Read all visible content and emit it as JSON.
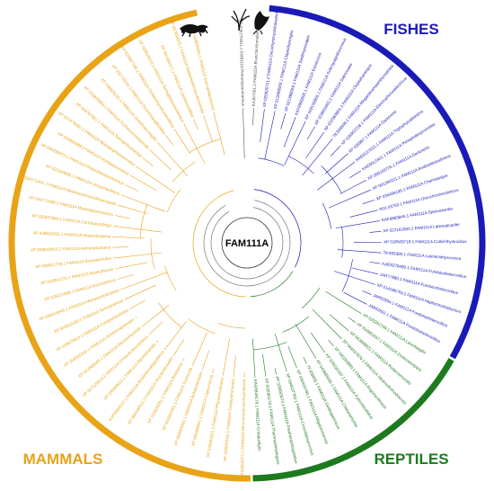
{
  "center_label": "FAM111A",
  "groups": {
    "fishes": {
      "label": "FISHES",
      "color": "#1a1ab8"
    },
    "reptiles": {
      "label": "REPTILES",
      "color": "#1e7a1e"
    },
    "mammals": {
      "label": "MAMMALS",
      "color": "#e8a317"
    },
    "other": {
      "color": "#555555"
    }
  },
  "icons": [
    "lancelet-icon",
    "amphibian-icon",
    "lizard-icon"
  ],
  "leaves": [
    {
      "group": "other",
      "text": "XP 035270301.1 FAM111A Petromyzonmarinus"
    },
    {
      "group": "other",
      "text": "KAJ67091.2 FAM111A Branchiostomalanceolatum"
    },
    {
      "group": "fishes",
      "text": "XP 020920721.2 FAM111A Oncorhynchustshawytscha"
    },
    {
      "group": "fishes",
      "text": "XP 012688569.1 FAM111A Clupeaharengus"
    },
    {
      "group": "fishes",
      "text": "XP 021398059.1 FAM111A Sardinopssagax"
    },
    {
      "group": "fishes",
      "text": "KAF9985800.1 FAM111A Esoxlucius"
    },
    {
      "group": "fishes",
      "text": "XP 029109905.1 FAM111A Scleropagesformosus"
    },
    {
      "group": "fishes",
      "text": "XP 029603002.2 FAM111A Salmosalar"
    },
    {
      "group": "fishes",
      "text": "XP 032369801.1 FAM111A Clupeaharengus"
    },
    {
      "group": "fishes",
      "text": "TKS88508.1 FAM111A Megalobramaamblycephala"
    },
    {
      "group": "fishes",
      "text": "XP 026903728.1 FAM111A Electrophoruselectricus"
    },
    {
      "group": "fishes",
      "text": "XP 028987.1 FAM111A Danioreno"
    },
    {
      "group": "fishes",
      "text": "KAE8137815.1 FAM111A Triplophysatibetana"
    },
    {
      "group": "fishes",
      "text": "KAE8012401.1 FAM111A Pimephalespromelas"
    },
    {
      "group": "fishes",
      "text": "XP 005160726.1 FAM111A Daniorerio"
    },
    {
      "group": "fishes",
      "text": "XP 001180221.1 FAM111A Anabastestudineus"
    },
    {
      "group": "fishes",
      "text": "XP 034406190.1 FAM111A Channaargus"
    },
    {
      "group": "fishes",
      "text": "ROL53753.1 FAM111A Oreochromisniloticus"
    },
    {
      "group": "fishes",
      "text": "KAF8883845.1 FAM111A Sparusaurata"
    },
    {
      "group": "fishes",
      "text": "XP 022161600.1 FAM111A Latescalcarifer"
    },
    {
      "group": "fishes",
      "text": "XP 018509718.1 FAM111A Collichthyslucidus"
    },
    {
      "group": "fishes",
      "text": "TKS93380.1 FAM111A Larimichthyscrocea"
    },
    {
      "group": "fishes",
      "text": "KAE8279480.1 FAM111A Fundulusheteroclitus"
    },
    {
      "group": "fishes",
      "text": "JAR77880.1 FAM111A Fundulusheteroclitus"
    },
    {
      "group": "fishes",
      "text": "XP 014186793.2 FAM111A Haplochromisburtoni"
    },
    {
      "group": "fishes",
      "text": "JAR52894.1 FAM111A Fundulusheteroclitus"
    },
    {
      "group": "fishes",
      "text": "JAR52891.1 FAM111A Fundulusheteroclitus"
    },
    {
      "group": "reptiles",
      "text": "XP 033251709.1 FAM111A Lacertaagilis"
    },
    {
      "group": "reptiles",
      "text": "XP 034981647.1 FAM111A Zootocavivipara"
    },
    {
      "group": "reptiles",
      "text": "XP 042806822.1 FAM111A Podarcismuralis"
    },
    {
      "group": "reptiles",
      "text": "XP 044247876.1 FAM111A Varanuskomodoensis"
    },
    {
      "group": "reptiles",
      "text": "XP 042293890.1 FAM111A Pogonavitticeps"
    },
    {
      "group": "reptiles",
      "text": "XP 025026187.1 FAM111A Pythonbivittatus"
    },
    {
      "group": "reptiles",
      "text": "XP 043685095.1 FAM111A Chelonamydas"
    },
    {
      "group": "reptiles",
      "text": "TFJ06606.1 FAM111A Gekkojaponicus"
    },
    {
      "group": "reptiles",
      "text": "XP 030425780.1 FAM111A Alligatorsinensis"
    },
    {
      "group": "reptiles",
      "text": "XP 034637760.1 FAM111A Crocodylusporosus"
    },
    {
      "group": "reptiles",
      "text": "XP 028583573.1 FAM111A Pantherophisguttatus"
    },
    {
      "group": "reptiles",
      "text": "XP 032081170.1 FAM111A Thamnophiselegans"
    },
    {
      "group": "reptiles",
      "text": "KAG5849178.1 FAM111A Crotalustigris"
    },
    {
      "group": "mammals",
      "text": "XP 021552577.1 FAM111A Neomonachusschauinslandi"
    },
    {
      "group": "mammals",
      "text": "XP 029920152.1 FAM111A Tursiopstruncatus"
    },
    {
      "group": "mammals",
      "text": "XP 028360521.1 FAM111A Physetercatodon"
    },
    {
      "group": "mammals",
      "text": "XP 005690391.1 FAM111A Capra hircus"
    },
    {
      "group": "mammals",
      "text": "XP 006059391.1 FAM111A Bubalusbubalis"
    },
    {
      "group": "mammals",
      "text": "XP 003362051.1 FAM111A Susscrofa"
    },
    {
      "group": "mammals",
      "text": "XP 010820281.1 FAM111A Bostaurus"
    },
    {
      "group": "mammals",
      "text": "XP 006160512.2 FAM111A Orycteropusafer"
    },
    {
      "group": "mammals",
      "text": "KAF6384137.1 FAM111A Rousettusaegyptiacus"
    },
    {
      "group": "mammals",
      "text": "XP 036899611.1 FAM111A Myotisbrandtii"
    },
    {
      "group": "mammals",
      "text": "XP 007525810.2 FAM111A Erinaceuseuropaeus"
    },
    {
      "group": "mammals",
      "text": "XP 012888540.1 FAM111A Dipodomysordii"
    },
    {
      "group": "mammals",
      "text": "XP 004595210.1 FAM111A Ochotonaprinceps"
    },
    {
      "group": "mammals",
      "text": "XP 004675614.1 FAM111A Condyluracristata"
    },
    {
      "group": "mammals",
      "text": "XP 004613180.1 FAM111A Sorexaraneus"
    },
    {
      "group": "mammals",
      "text": "XP 036414845.1 FAM111A Molossusmolossus"
    },
    {
      "group": "mammals",
      "text": "XP 039121908.1 FAM111A Equusasinus"
    },
    {
      "group": "mammals",
      "text": "XP 032801270.1 FAM111A Bunnuhicuvs"
    },
    {
      "group": "mammals",
      "text": "XP 039812738.1 FAM111A Buncatusrufus"
    },
    {
      "group": "mammals",
      "text": "XP 039810010.1 FAM111A Acinonyxjubatus"
    },
    {
      "group": "mammals",
      "text": "XP 039520952.1 FAM111A Hyaenahyaena"
    },
    {
      "group": "mammals",
      "text": "XP 035657880.1 FAM111A Canislupusdingo"
    },
    {
      "group": "mammals",
      "text": "XP 034777688.2 FAM111A Mustelaputoriusfuro"
    },
    {
      "group": "mammals",
      "text": "XP 034171441.1 FAM111A Neomonachusschauinslandi"
    },
    {
      "group": "mammals",
      "text": "XP 021594845.1 FAM111A Ursusmaritimus"
    },
    {
      "group": "mammals",
      "text": "XP 044438473.1 FAM111A Phascolarctoscinereus"
    },
    {
      "group": "mammals",
      "text": "XP 023850389.2 FAM111A Vombatusursinus"
    },
    {
      "group": "mammals",
      "text": "XP 007479080.1 FAM111A Monodelphisdomestica"
    },
    {
      "group": "mammals",
      "text": "XP 003767851.1 FAM111A Sarcophilusharrisii"
    },
    {
      "group": "mammals",
      "text": "XP 020835883.1 FAM111A Trichosurusvulpecula"
    },
    {
      "group": "mammals",
      "text": "XP 036625231.1 FAM111A Gracilinanusagilis"
    },
    {
      "group": "mammals",
      "text": "XP 035718241.1 FAM111A Dromiciopsgliroides"
    },
    {
      "group": "mammals",
      "text": "XP 028927186.1 FAM111A Ornithorhynchusanatinus"
    },
    {
      "group": "mammals",
      "text": "XP 038629014.1 FAM111A Tachyglossusaculeatus"
    },
    {
      "group": "mammals",
      "text": "XP 007455171.1 FAM111A Lipotesvexillifer"
    },
    {
      "group": "mammals",
      "text": "XP 007669025.1 FAM111A Balaenopteraacutorostrata"
    },
    {
      "group": "mammals",
      "text": "XP 019830291.1 FAM111A Sarcophilusharrisii"
    }
  ]
}
